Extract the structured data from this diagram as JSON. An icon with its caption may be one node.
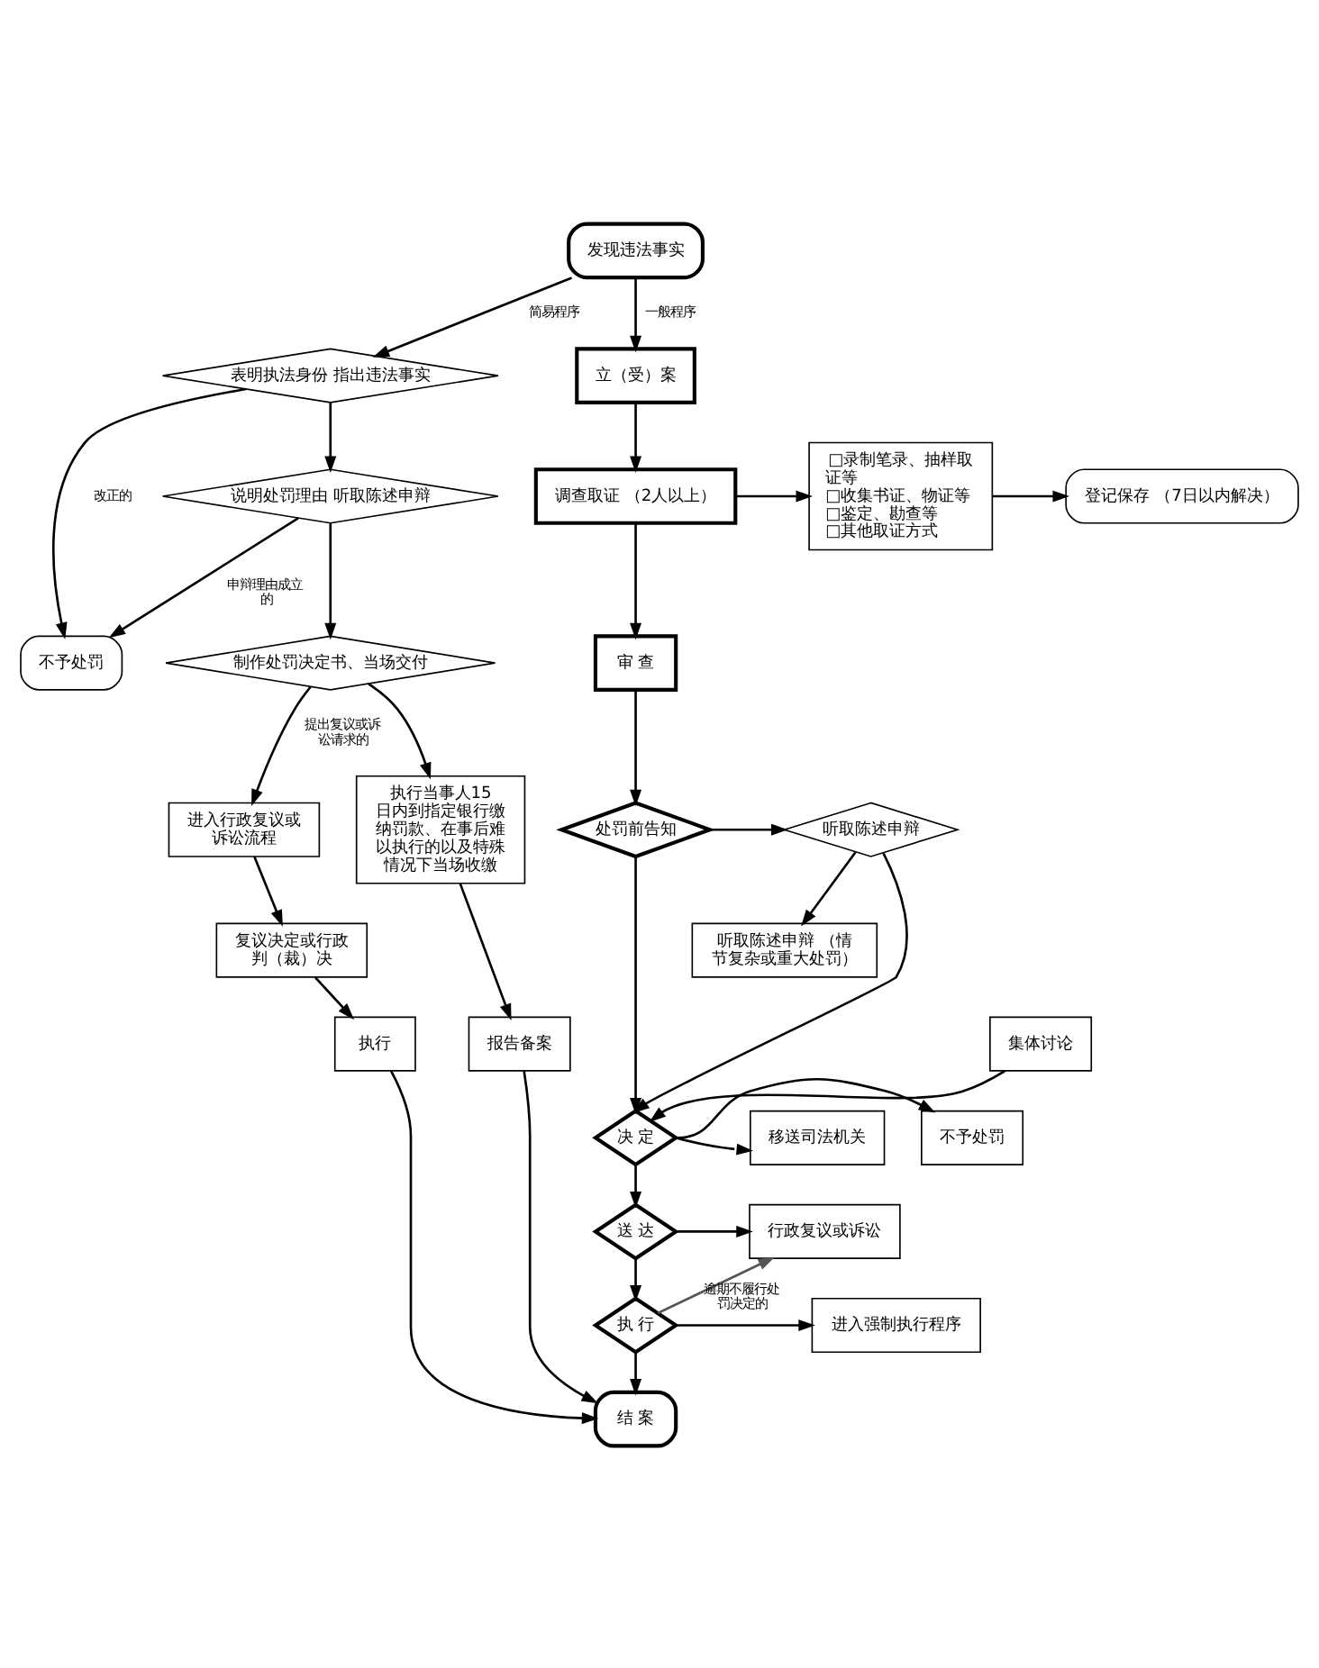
{
  "diagram": {
    "nodes": [
      {
        "text": [
          "发现违法事实"
        ]
      },
      {
        "text": [
          "表明执法身份 指出违法事实"
        ]
      },
      {
        "text": [
          "不予处罚"
        ]
      },
      {
        "text": [
          "说明处罚理由 听取陈述申辩"
        ]
      },
      {
        "text": [
          "进入行政复议或诉讼流程"
        ]
      },
      {
        "text": [
          "制作处罚决定书、当场交付"
        ]
      },
      {
        "text": [
          "立（受）案"
        ]
      },
      {
        "text": [
          "调查取证 （2人以上）"
        ]
      },
      {
        "text": [
          "□录制笔录、抽样取证等",
          "□收集书证、物证等",
          "□鉴定、勘查等",
          "□其他取证方式"
        ]
      },
      {
        "text": [
          "登记保存 （7日以内解决）"
        ]
      },
      {
        "text": [
          "审 查"
        ]
      },
      {
        "text": [
          "复议决定或行政判（裁）决"
        ]
      },
      {
        "text": [
          "执行当事人15 日内到指定银行缴纳罚款、在事后难以执行的以及特殊情况下当场收缴"
        ]
      },
      {
        "text": [
          "处罚前告知"
        ]
      },
      {
        "text": [
          "听取陈述申辩"
        ]
      },
      {
        "text": [
          "听取陈述申辩 （情节复杂或重大处罚）"
        ]
      },
      {
        "text": [
          "执行"
        ]
      },
      {
        "text": [
          "报告备案"
        ]
      },
      {
        "text": [
          "集体讨论"
        ]
      },
      {
        "text": [
          "决 定"
        ]
      },
      {
        "text": [
          "不予处罚"
        ]
      },
      {
        "text": [
          "移送司法机关"
        ]
      },
      {
        "text": [
          "送 达"
        ]
      },
      {
        "text": [
          "行政复议或诉讼"
        ]
      },
      {
        "text": [
          "执 行"
        ]
      },
      {
        "text": [
          "进入强制执行程序"
        ]
      },
      {
        "text": [
          "结 案"
        ]
      }
    ],
    "edges": [
      {
        "from": 0,
        "to": 1,
        "arrow": "to",
        "label": "简易程序"
      },
      {
        "from": 0,
        "to": 6,
        "arrow": "to",
        "label": "一般程序"
      },
      {
        "from": 1,
        "to": 2,
        "arrow": "to",
        "label": "改正的"
      },
      {
        "from": 1,
        "to": 3,
        "arrow": "to"
      },
      {
        "from": 3,
        "to": 2,
        "arrow": "to",
        "label": "申辩理由成立的"
      },
      {
        "from": 3,
        "to": 5,
        "arrow": "to"
      },
      {
        "from": 5,
        "to": 4,
        "arrow": "to",
        "label": "提出复议或诉讼请求的"
      },
      {
        "from": 5,
        "to": 12,
        "arrow": "to"
      },
      {
        "from": 4,
        "to": 11,
        "arrow": "to"
      },
      {
        "from": 11,
        "to": 16,
        "arrow": "to"
      },
      {
        "from": 12,
        "to": 17,
        "arrow": "to"
      },
      {
        "from": 6,
        "to": 7,
        "arrow": "to"
      },
      {
        "from": 7,
        "to": 8,
        "arrow": "to"
      },
      {
        "from": 8,
        "to": 9,
        "arrow": "to"
      },
      {
        "from": 7,
        "to": 10,
        "arrow": "to"
      },
      {
        "from": 10,
        "to": 13,
        "arrow": "to"
      },
      {
        "from": 13,
        "to": 14,
        "arrow": "to"
      },
      {
        "from": 14,
        "to": 15,
        "arrow": "to"
      },
      {
        "from": 14,
        "to": 19,
        "arrow": "to"
      },
      {
        "from": 18,
        "to": 19,
        "arrow": "to"
      },
      {
        "from": 13,
        "to": 19,
        "arrow": "to"
      },
      {
        "from": 16,
        "to": 26,
        "arrow": "to"
      },
      {
        "from": 17,
        "to": 26,
        "arrow": "to"
      },
      {
        "from": 19,
        "to": 20,
        "arrow": "to"
      },
      {
        "from": 19,
        "to": 21,
        "arrow": "to"
      },
      {
        "from": 19,
        "to": 22,
        "arrow": "to"
      },
      {
        "from": 22,
        "to": 23,
        "arrow": "to"
      },
      {
        "from": 24,
        "to": 23,
        "arrow": "to",
        "color": "#555555"
      },
      {
        "from": 22,
        "to": 24,
        "arrow": "to"
      },
      {
        "from": 24,
        "to": 25,
        "arrow": "to",
        "label": "逾期不履行处罚决定的"
      },
      {
        "from": 24,
        "to": 26,
        "arrow": "to"
      }
    ]
  }
}
